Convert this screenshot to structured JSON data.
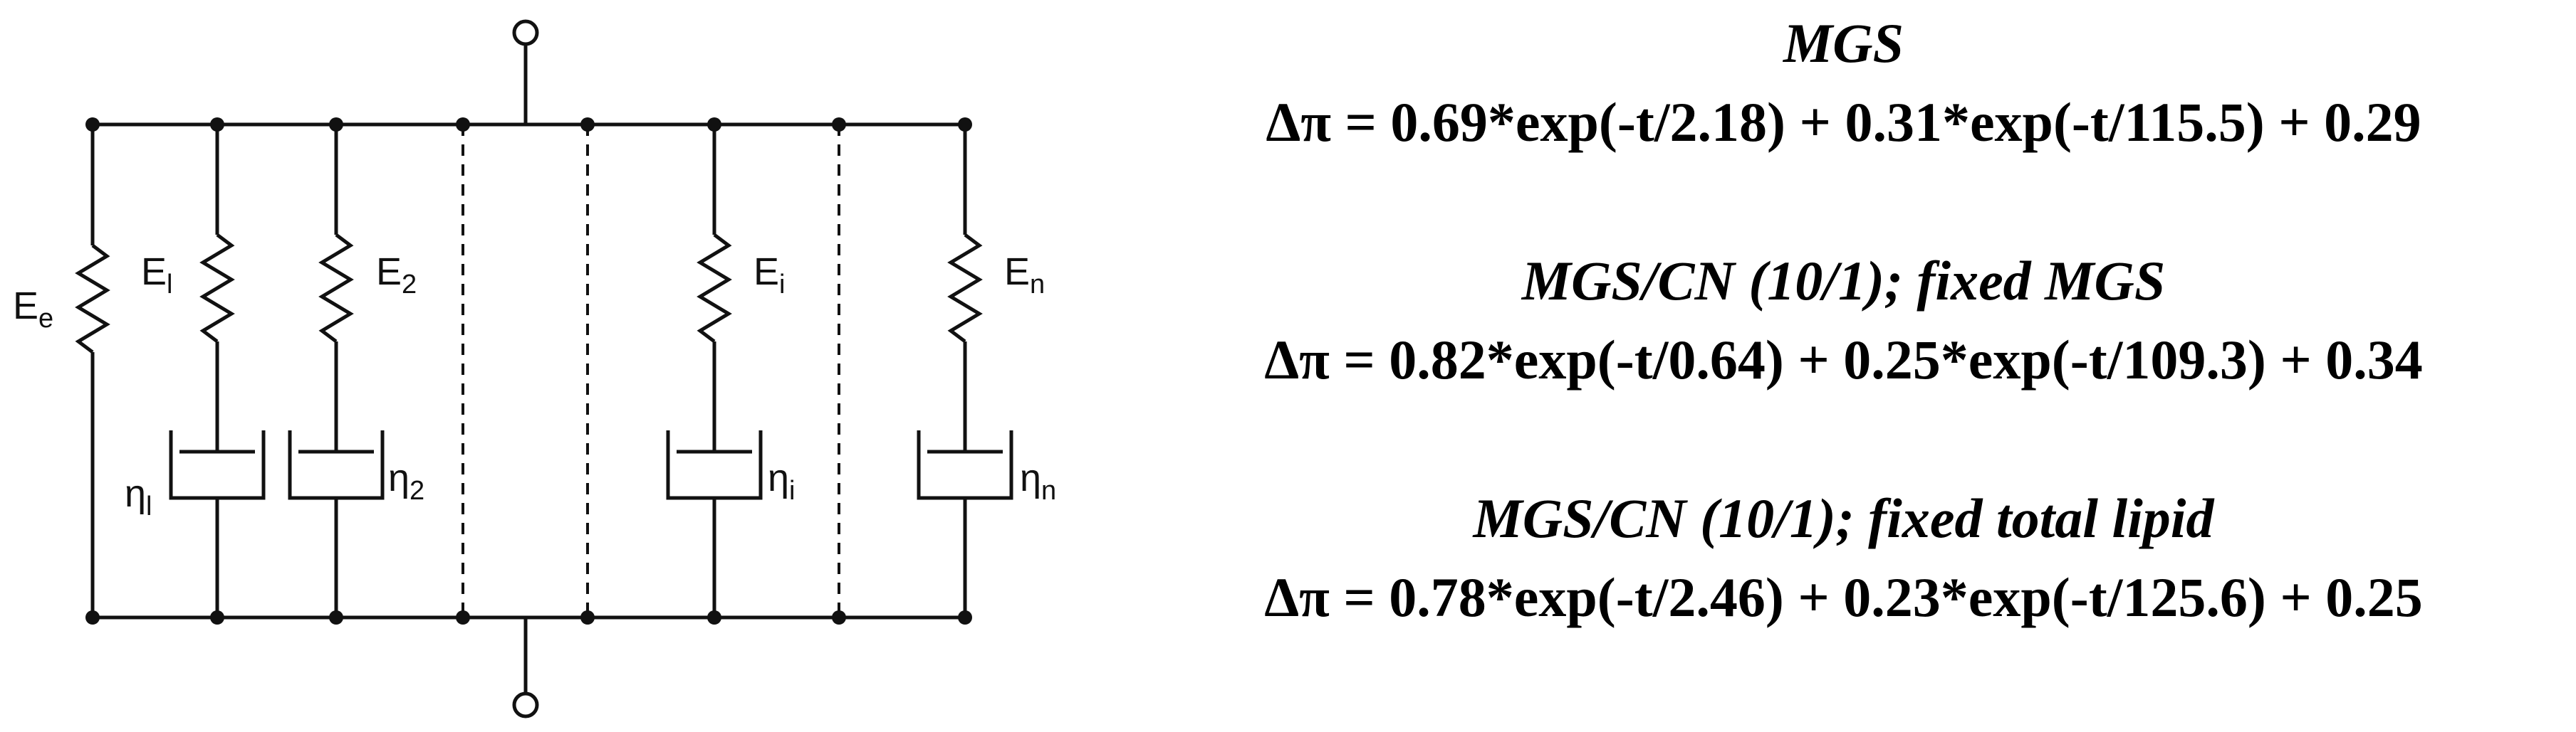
{
  "circuit": {
    "labels": {
      "Ee": "E",
      "Ee_sub": "e",
      "E1": "E",
      "E1_sub": "l",
      "E2": "E",
      "E2_sub": "2",
      "Ei": "E",
      "Ei_sub": "i",
      "En": "E",
      "En_sub": "n",
      "eta1": "η",
      "eta1_sub": "l",
      "eta2": "η",
      "eta2_sub": "2",
      "etai": "η",
      "etai_sub": "i",
      "etan": "η",
      "etan_sub": "n"
    }
  },
  "equations": [
    {
      "title": "MGS",
      "formula": "Δπ = 0.69*exp(-t/2.18) + 0.31*exp(-t/115.5) + 0.29"
    },
    {
      "title": "MGS/CN (10/1); fixed MGS",
      "formula": "Δπ = 0.82*exp(-t/0.64) + 0.25*exp(-t/109.3) + 0.34"
    },
    {
      "title": "MGS/CN (10/1); fixed total lipid",
      "formula": "Δπ = 0.78*exp(-t/2.46) + 0.23*exp(-t/125.6) + 0.25"
    }
  ]
}
